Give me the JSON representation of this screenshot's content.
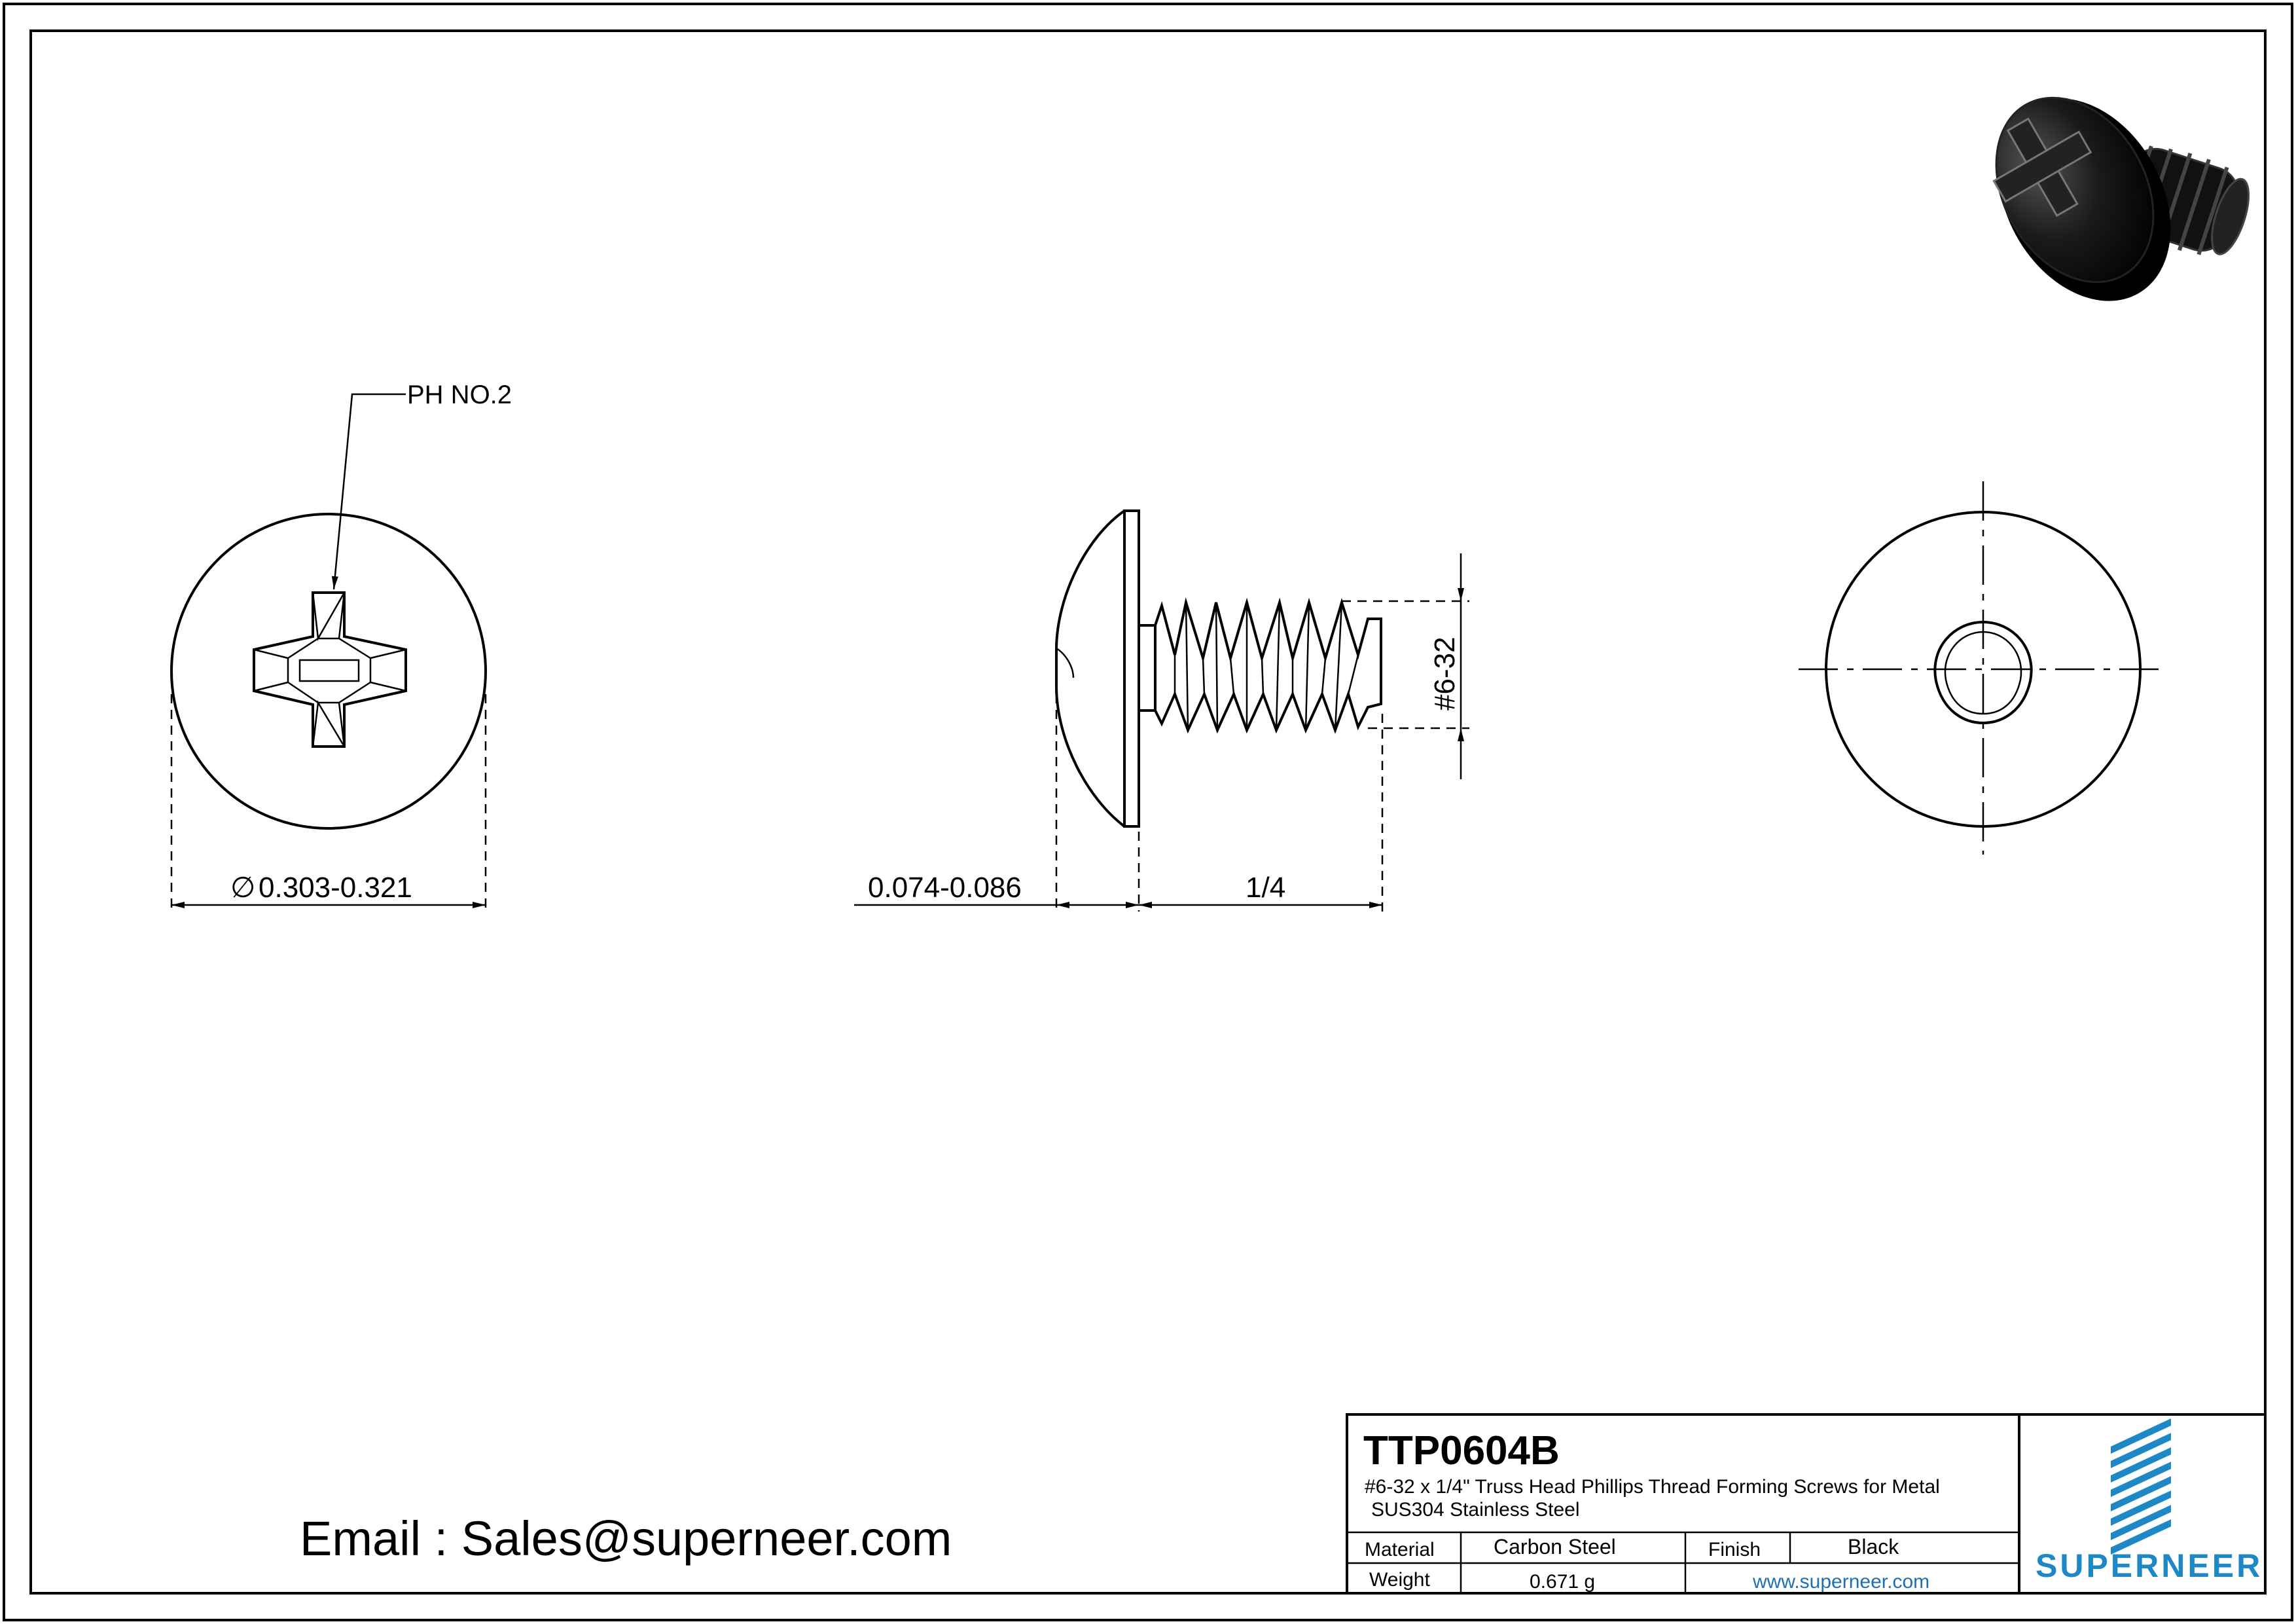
{
  "drawing": {
    "callout_drive": "PH NO.2",
    "dim_head_diameter": "0.303-0.321",
    "dim_head_height": "0.074-0.086",
    "dim_length": "1/4",
    "dim_thread": "#6-32",
    "diameter_symbol": "∅"
  },
  "email": "Email : Sales@superneer.com",
  "title_block": {
    "part_number": "TTP0604B",
    "description": "#6-32 x 1/4\" Truss Head Phillips Thread Forming Screws for Metal",
    "subtitle": "SUS304 Stainless Steel",
    "material_label": "Material",
    "material_value": "Carbon Steel",
    "finish_label": "Finish",
    "finish_value": "Black",
    "weight_label": "Weight",
    "weight_value": "0.671 g",
    "website": "www.superneer.com",
    "logo_text": "SUPERNEER"
  },
  "colors": {
    "line": "#000000",
    "brand_blue": "#1e88c7",
    "link_blue": "#1e6fb8"
  }
}
